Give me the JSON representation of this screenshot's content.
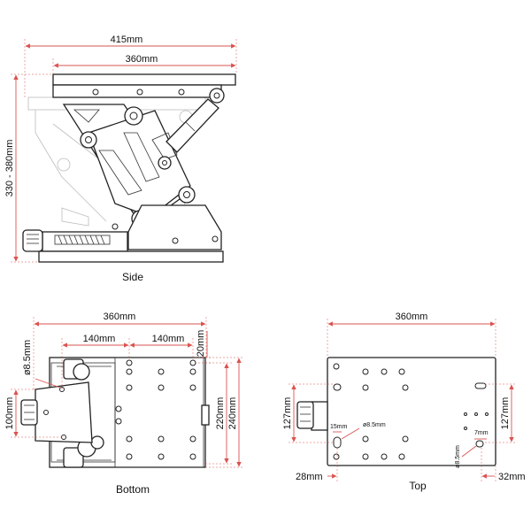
{
  "side_view": {
    "caption": "Side",
    "overall_width": "415mm",
    "top_width": "360mm",
    "height_range": "330 - 380mm"
  },
  "bottom_view": {
    "caption": "Bottom",
    "width": "360mm",
    "hole_spacing_left": "140mm",
    "hole_spacing_right": "140mm",
    "edge_offset": "20mm",
    "hole_diameter": "ø8.5mm",
    "handle_height": "100mm",
    "inner_depth": "220mm",
    "outer_depth": "240mm"
  },
  "top_view": {
    "caption": "Top",
    "width": "360mm",
    "left_height": "127mm",
    "right_height": "127mm",
    "slot_width": "15mm",
    "slot_diameter": "ø8.5mm",
    "right_slot_width": "7mm",
    "right_slot_diameter": "ø8.5mm",
    "left_offset": "28mm",
    "right_offset": "32mm"
  },
  "colors": {
    "dimension_line": "#d9534f",
    "drawing": "#222222",
    "ghost": "#bdbdbd"
  }
}
